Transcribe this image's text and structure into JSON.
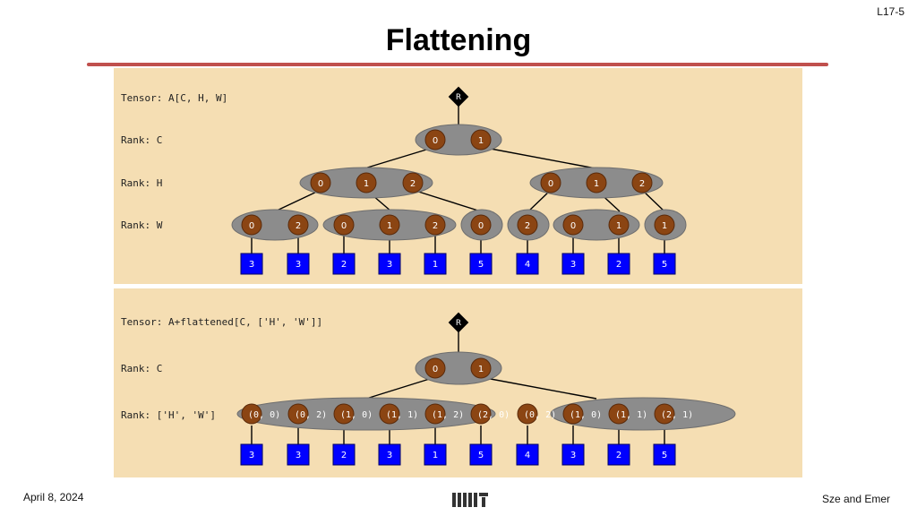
{
  "header": {
    "slide_number": "L17-5",
    "title": "Flattening"
  },
  "footer": {
    "date": "April 8, 2024",
    "authors": "Sze and Emer",
    "logo": "mit-logo"
  },
  "top_panel": {
    "tensor_label": "Tensor: A[C, H, W]",
    "root": "R",
    "rank_labels": [
      "Rank: C",
      "Rank: H",
      "Rank: W"
    ],
    "rank_c_coords": [
      "0",
      "1"
    ],
    "rank_h_fibers": [
      [
        "0",
        "1",
        "2"
      ],
      [
        "0",
        "1",
        "2"
      ]
    ],
    "rank_w_fibers": [
      [
        "0",
        "2"
      ],
      [
        "0",
        "1",
        "2"
      ],
      [
        "0"
      ],
      [
        "2"
      ],
      [
        "0",
        "1"
      ],
      [
        "1"
      ]
    ],
    "values": [
      "3",
      "3",
      "2",
      "3",
      "1",
      "5",
      "4",
      "3",
      "2",
      "5"
    ]
  },
  "bottom_panel": {
    "tensor_label": "Tensor: A+flattened[C, ['H', 'W']]",
    "root": "R",
    "rank_labels": [
      "Rank: C",
      "Rank: ['H', 'W']"
    ],
    "rank_c_coords": [
      "0",
      "1"
    ],
    "rank_hw_fibers": [
      [
        "(0, 0)",
        "(0, 2)",
        "(1, 0)",
        "(1, 1)",
        "(1, 2)",
        "(2, 0)"
      ],
      [
        "(0, 2)",
        "(1, 0)",
        "(1, 1)",
        "(2, 1)"
      ]
    ],
    "values": [
      "3",
      "3",
      "2",
      "3",
      "1",
      "5",
      "4",
      "3",
      "2",
      "5"
    ]
  }
}
